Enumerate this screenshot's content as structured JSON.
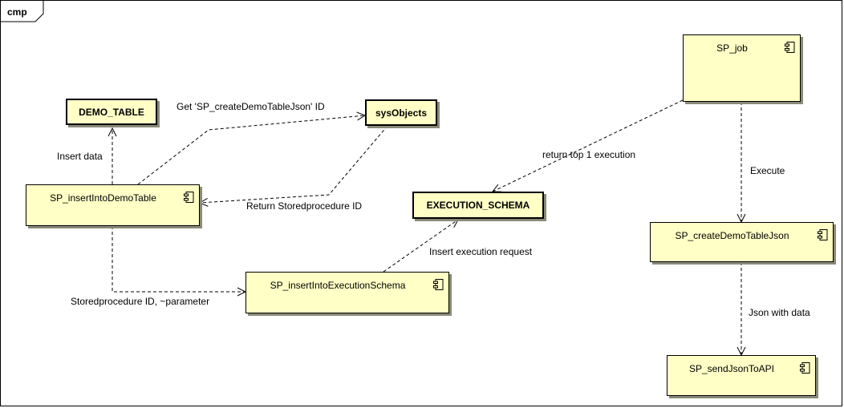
{
  "frame": {
    "title": "cmp"
  },
  "tables": {
    "demo_table": "DEMO_TABLE",
    "sys_objects": "sysObjects",
    "execution_schema": "EXECUTION_SCHEMA"
  },
  "components": {
    "sp_insert_into_demo_table": "SP_insertIntoDemoTable",
    "sp_insert_into_execution_schema": "SP_insertIntoExecutionSchema",
    "sp_job": "SP_job",
    "sp_create_demo_table_json": "SP_createDemoTableJson",
    "sp_send_json_to_api": "SP_sendJsonToAPI"
  },
  "edges": {
    "get_id": "Get 'SP_createDemoTableJson' ID",
    "insert_data": "Insert data",
    "return_sp_id": "Return Storedprocedure ID",
    "sp_id_param": "Storedprocedure ID, ~parameter",
    "insert_exec_request": "Insert execution request",
    "return_top1": "return top 1 execution",
    "execute": "Execute",
    "json_with_data": "Json with data"
  }
}
